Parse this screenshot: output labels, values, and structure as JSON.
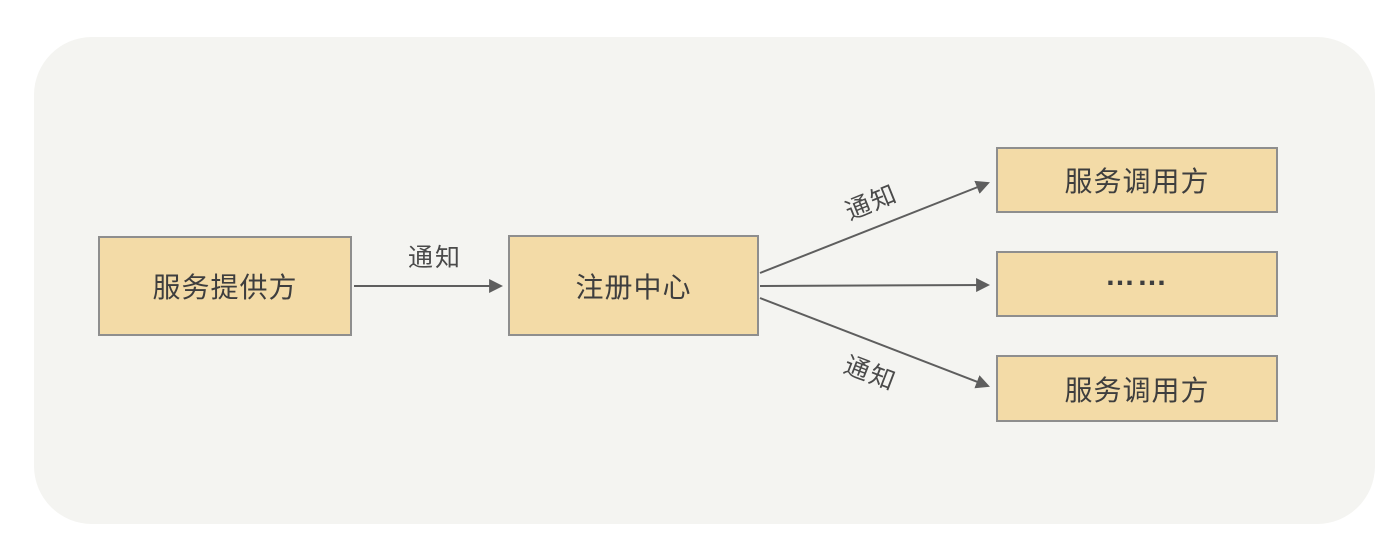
{
  "diagram": {
    "title": "service-registry-notification-diagram",
    "nodes": {
      "provider": {
        "label": "服务提供方"
      },
      "registry": {
        "label": "注册中心"
      },
      "caller_top": {
        "label": "服务调用方"
      },
      "ellipsis": {
        "label": "……"
      },
      "caller_bottom": {
        "label": "服务调用方"
      }
    },
    "edges": {
      "provider_to_registry": {
        "label": "通知",
        "direction": "right"
      },
      "registry_to_caller_top": {
        "label": "通知",
        "direction": "up-right"
      },
      "registry_to_ellipsis": {
        "label": "",
        "direction": "right"
      },
      "registry_to_caller_bottom": {
        "label": "通知",
        "direction": "down-right"
      }
    },
    "colors": {
      "page_bg": "#ffffff",
      "canvas_bg": "#f4f4f1",
      "node_fill": "#f3dba7",
      "node_border": "#8e8e8e",
      "arrow": "#5e5e5e",
      "text": "#3e3e3e"
    }
  }
}
